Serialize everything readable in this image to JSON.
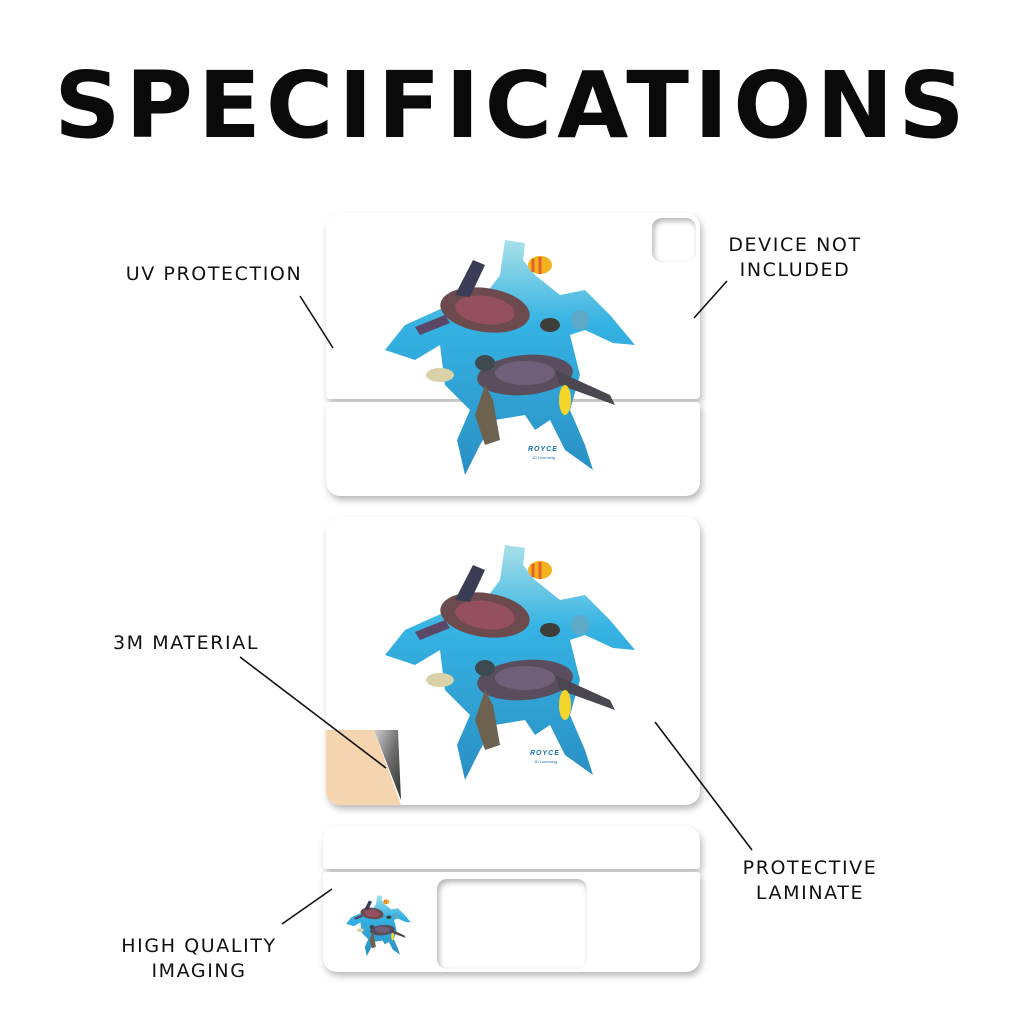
{
  "title": "SPECIFICATIONS",
  "labels": {
    "uv_protection": "UV PROTECTION",
    "device_not_included_1": "DEVICE NOT",
    "device_not_included_2": "INCLUDED",
    "material": "3M MATERIAL",
    "protective_laminate_1": "PROTECTIVE",
    "protective_laminate_2": "LAMINATE",
    "high_quality_imaging_1": "HIGH QUALITY",
    "high_quality_imaging_2": "IMAGING"
  },
  "artwork": {
    "logo": "ROYCE",
    "logo_sub": "JD Licensing"
  },
  "colors": {
    "ocean": "#3fb4e0",
    "backing": "#f5d5b0",
    "vinyl": "#6e6e6e"
  }
}
